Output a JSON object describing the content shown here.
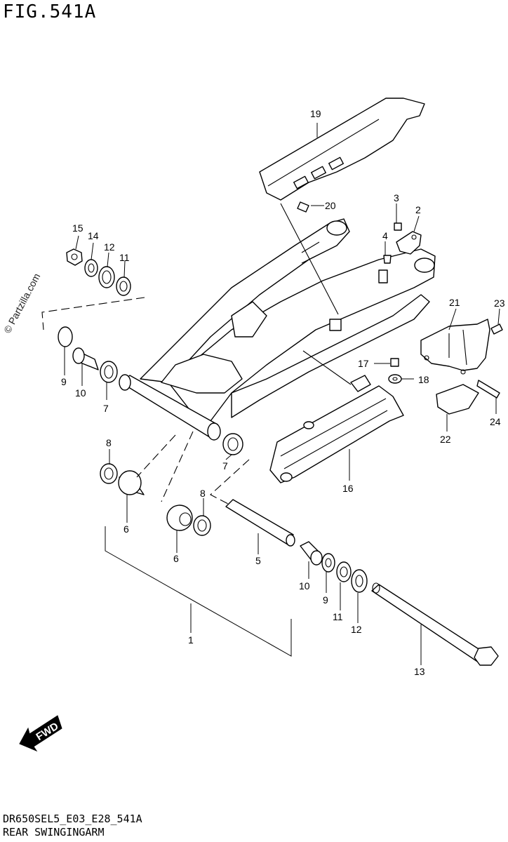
{
  "figure": {
    "title": "FIG.541A",
    "footer_code": "DR650SEL5_E03_E28_541A",
    "footer_name": "REAR SWINGINGARM",
    "watermark": "© Partzilla.com",
    "direction_label": "FWD"
  },
  "callouts": [
    {
      "id": "c19",
      "label": "19"
    },
    {
      "id": "c20",
      "label": "20"
    },
    {
      "id": "c3",
      "label": "3"
    },
    {
      "id": "c2",
      "label": "2"
    },
    {
      "id": "c4",
      "label": "4"
    },
    {
      "id": "c15",
      "label": "15"
    },
    {
      "id": "c14",
      "label": "14"
    },
    {
      "id": "c12a",
      "label": "12"
    },
    {
      "id": "c11a",
      "label": "11"
    },
    {
      "id": "c21",
      "label": "21"
    },
    {
      "id": "c23",
      "label": "23"
    },
    {
      "id": "c9a",
      "label": "9"
    },
    {
      "id": "c10a",
      "label": "10"
    },
    {
      "id": "c7a",
      "label": "7"
    },
    {
      "id": "c17",
      "label": "17"
    },
    {
      "id": "c18",
      "label": "18"
    },
    {
      "id": "c24",
      "label": "24"
    },
    {
      "id": "c8a",
      "label": "8"
    },
    {
      "id": "c22",
      "label": "22"
    },
    {
      "id": "c7b",
      "label": "7"
    },
    {
      "id": "c16",
      "label": "16"
    },
    {
      "id": "c6a",
      "label": "6"
    },
    {
      "id": "c8b",
      "label": "8"
    },
    {
      "id": "c6b",
      "label": "6"
    },
    {
      "id": "c5",
      "label": "5"
    },
    {
      "id": "c10b",
      "label": "10"
    },
    {
      "id": "c9b",
      "label": "9"
    },
    {
      "id": "c11b",
      "label": "11"
    },
    {
      "id": "c12b",
      "label": "12"
    },
    {
      "id": "c1",
      "label": "1"
    },
    {
      "id": "c13",
      "label": "13"
    }
  ]
}
